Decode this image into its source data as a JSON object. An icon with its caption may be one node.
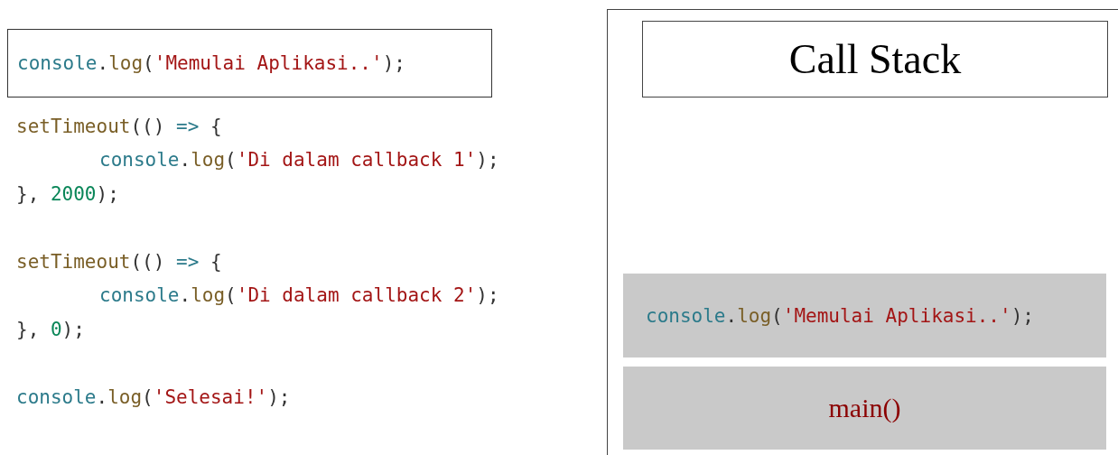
{
  "diagram": {
    "nodes": [
      {
        "text": [
          "console.log('Memulai Aplikasi..');"
        ]
      },
      {
        "text": [],
        "shape": "box"
      },
      {
        "text": [
          "Call Stack"
        ],
        "in": 1
      },
      {
        "text": [
          "console.log('Memulai Aplikasi..');"
        ],
        "in": 1
      },
      {
        "text": [
          "main()"
        ],
        "in": 1
      }
    ],
    "edges": [],
    "labels": [
      "setTimeout(() => {",
      "console.log('Di dalam callback 1');",
      "}, 2000);",
      "setTimeout(() => {",
      "console.log('Di dalam callback 2');",
      "}, 0);",
      "console.log('Selesai!');"
    ]
  }
}
